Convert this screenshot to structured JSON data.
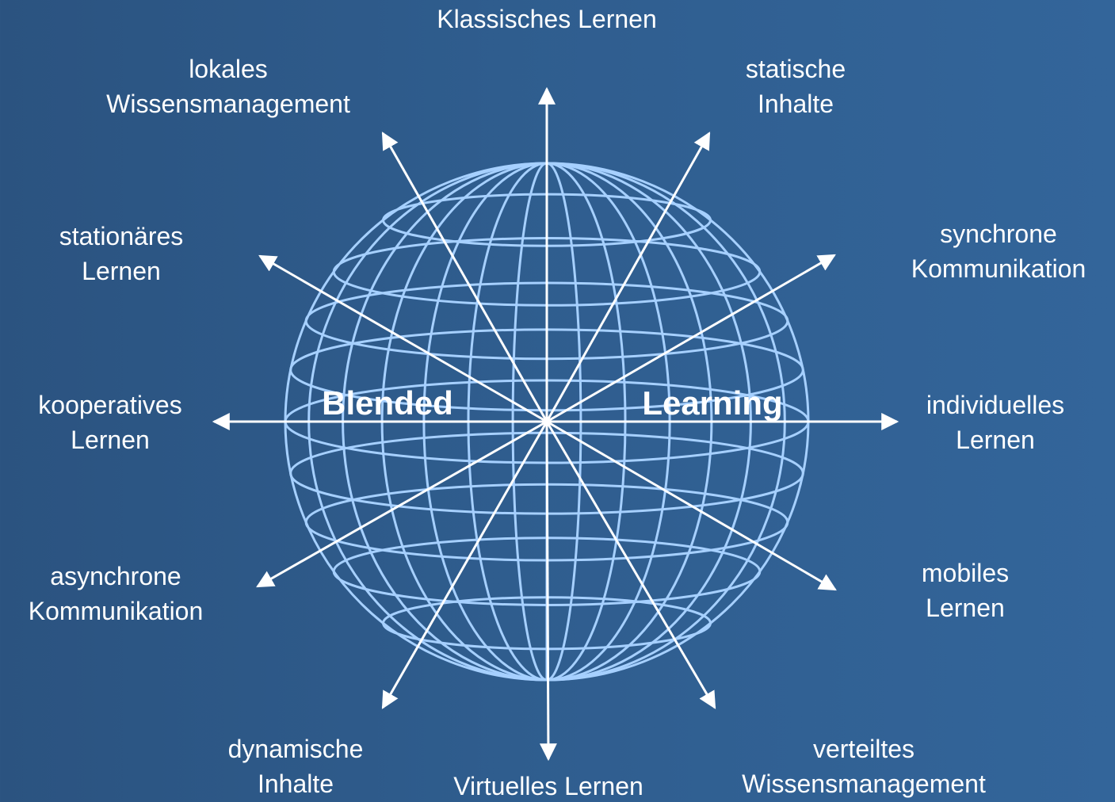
{
  "colors": {
    "background_left": "#2b5380",
    "background_right": "#33659a",
    "globe_lines": "#a6d0ff",
    "arrows": "#ffffff",
    "text": "#ffffff"
  },
  "center": {
    "word1": "Blended",
    "word2": "Learning"
  },
  "axes": {
    "top": "Klassisches Lernen",
    "bottom": "Virtuelles Lernen",
    "upper_left": [
      "lokales",
      "Wissensmanagement"
    ],
    "upper_right": [
      "statische",
      "Inhalte"
    ],
    "left_upper": [
      "stationäres",
      "Lernen"
    ],
    "right_upper": [
      "synchrone",
      "Kommunikation"
    ],
    "left": [
      "kooperatives",
      "Lernen"
    ],
    "right": [
      "individuelles",
      "Lernen"
    ],
    "left_lower": [
      "asynchrone",
      "Kommunikation"
    ],
    "right_lower": [
      "mobiles",
      "Lernen"
    ],
    "lower_left": [
      "dynamische",
      "Inhalte"
    ],
    "lower_right": [
      "verteiltes",
      "Wissensmanagement"
    ]
  }
}
